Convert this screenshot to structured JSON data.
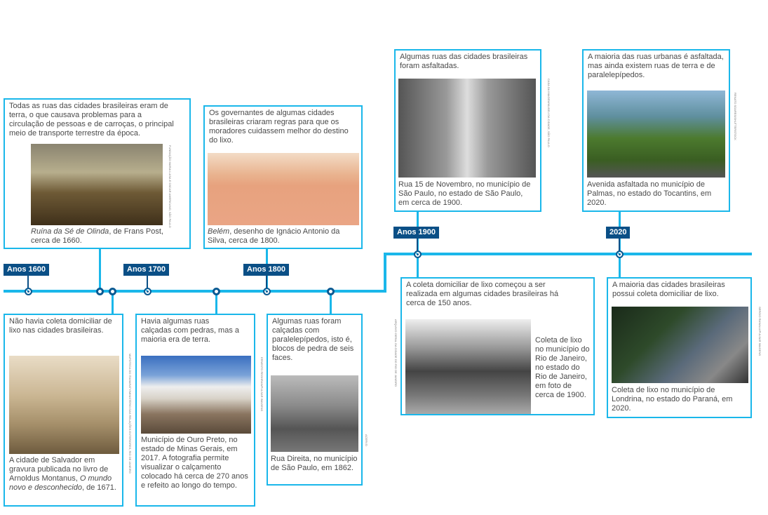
{
  "accent_color": "#1ab7ea",
  "label_color": "#0a4f86",
  "periods": [
    {
      "label": "Anos 1600"
    },
    {
      "label": "Anos 1700"
    },
    {
      "label": "Anos 1800"
    },
    {
      "label": "Anos 1900"
    },
    {
      "label": "2020"
    }
  ],
  "cards": {
    "c1600_top": {
      "text": "Todas as ruas das cidades brasileiras eram de terra, o que causava problemas para a circulação de pessoas e de carroças, o principal meio de transporte terrestre da época.",
      "caption_title": "Ruína da Sé de Olinda",
      "caption_rest": ", de Frans Post, cerca de 1660.",
      "credit": "FUNDAÇÃO MARIA LUISA E OSCAR AMERICANO, SÃO PAULO"
    },
    "c1600_bottom": {
      "text": "Não havia coleta domiciliar de lixo nas cidades brasileiras.",
      "caption_start": "A cidade de Salvador em gravura publicada no livro de Arnoldus Montanus, ",
      "caption_title": "O mundo novo e desconhecido",
      "caption_end": ", de 1671.",
      "credit": "MAPOTECA DO ITAMARATY/MINISTÉRIO DAS RELAÇÕES EXTERIORES, RIO DE JANEIRO"
    },
    "c1700_bottom": {
      "text": "Havia algumas ruas calçadas com pedras, mas a maioria era de terra.",
      "caption": "Município de Ouro Preto, no estado de Minas Gerais, em 2017. A fotografia permite visualizar o calçamento colocado há cerca de 270 anos e refeito ao longo do tempo.",
      "credit": "ERNESTO REGHRAN/PULSAR IMAGENS"
    },
    "c1800_top": {
      "text": "Os governantes de algumas cidades brasileiras criaram regras para que os moradores cuidassem melhor do destino do lixo.",
      "caption_title": "Belém",
      "caption_rest": ", desenho de Ignácio Antonio da Silva, cerca de 1800."
    },
    "c1800_bottom": {
      "text": "Algumas ruas foram calçadas com paralelepípedos, isto é, blocos de pedra de seis faces.",
      "caption": "Rua Direita, no município de São Paulo, em 1862.",
      "credit": "ACERVO"
    },
    "c1900_top": {
      "text": "Algumas ruas das cidades brasileiras foram asfaltadas.",
      "caption": "Rua 15 de Novembro, no município de São Paulo, no estado de São Paulo, em cerca de 1900.",
      "credit": "CASA DA IMAGEM/MUSEU DA CIDADE, SÃO PAULO"
    },
    "c1900_bottom": {
      "text": "A coleta domiciliar de lixo começou a ser realizada em algumas cidades brasileiras há cerca de 150 anos.",
      "caption": "Coleta de lixo no município do Rio de Janeiro, no estado do Rio de Janeiro, em foto de cerca de 1900.",
      "credit": "ARQUIVO GERAL DA CIDADE DO RIO DE JANEIRO"
    },
    "c2020_top": {
      "text": "A maioria das ruas urbanas é asfaltada, mas ainda existem ruas de terra e de paralelepípedos.",
      "caption": "Avenida asfaltada no município de Palmas, no estado do Tocantins, em 2020.",
      "credit": "RENATO SOARES/SHUTTERSTOCK"
    },
    "c2020_bottom": {
      "text": "A maioria das cidades brasileiras possui coleta domiciliar de lixo.",
      "caption": "Coleta de lixo no município de Londrina, no estado do Paraná, em 2020.",
      "credit": "SERGIO RANALLI/PULSAR IMAGENS"
    }
  }
}
